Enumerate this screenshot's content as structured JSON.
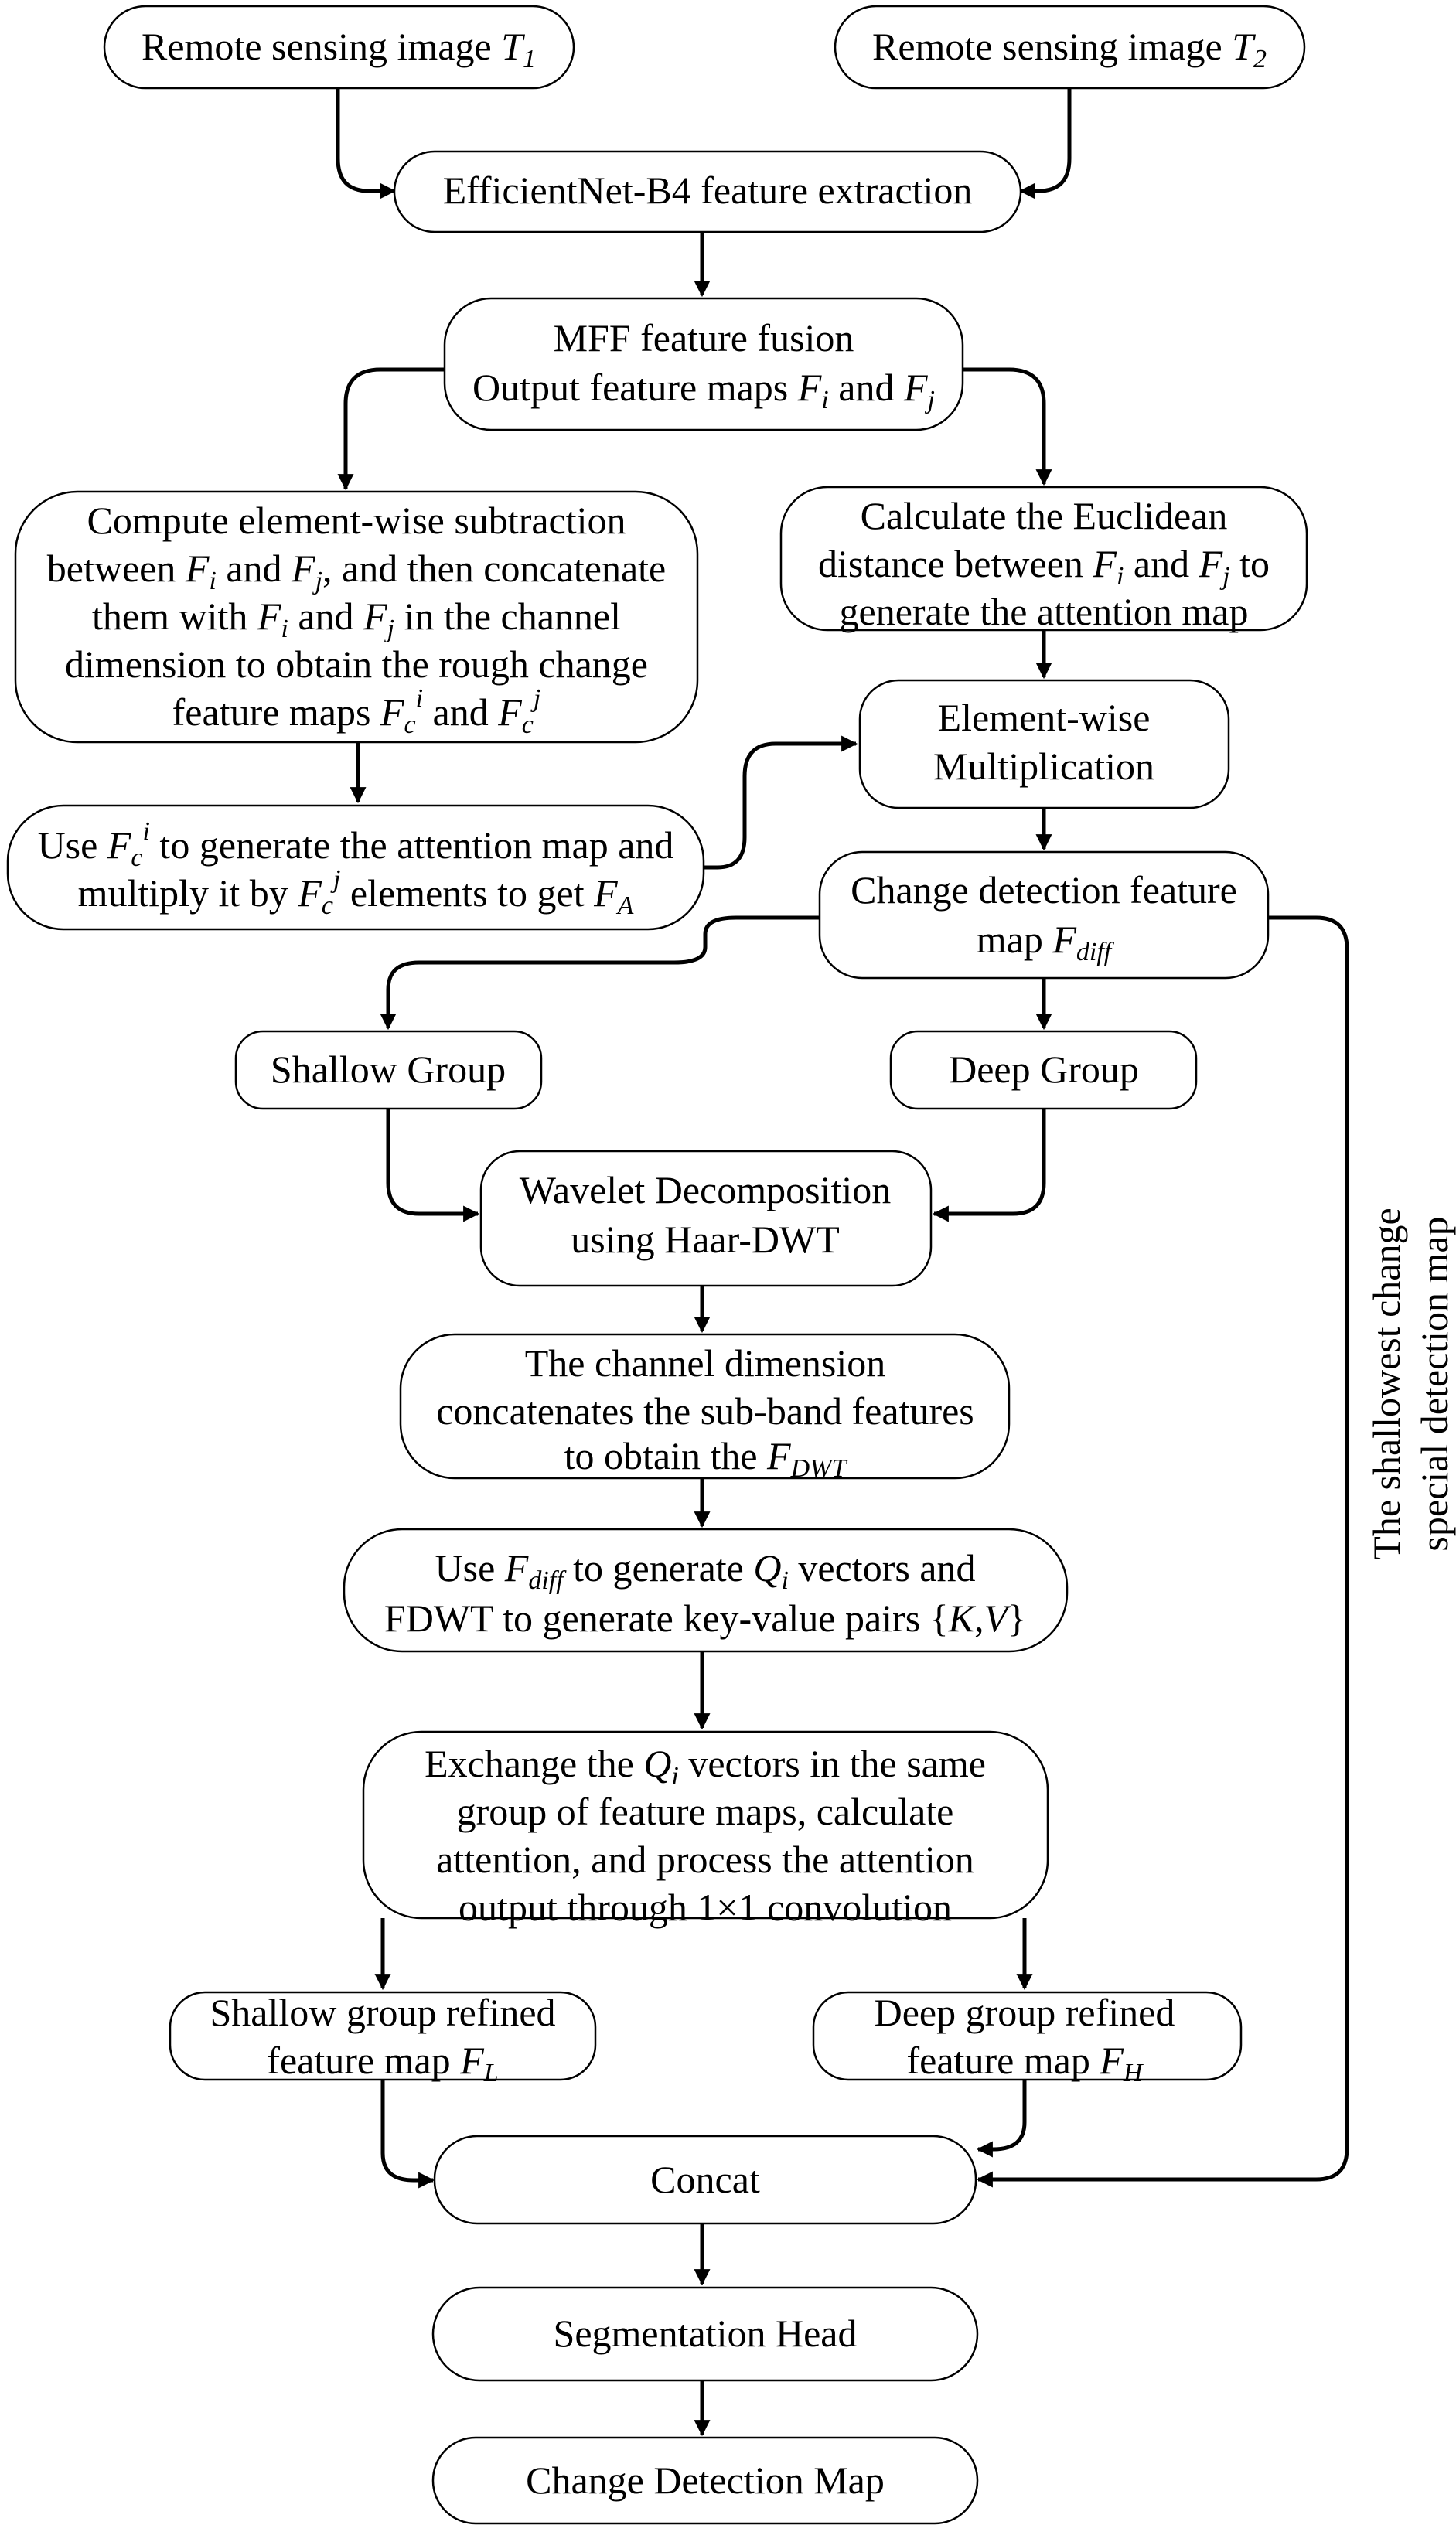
{
  "nodes": {
    "t1": "Remote sensing image ",
    "t1_sym": "T",
    "t1_sub": "1",
    "t2": "Remote sensing image ",
    "t2_sym": "T",
    "t2_sub": "2",
    "effnet": "EfficientNet-B4 feature extraction",
    "mff_l1": "MFF feature fusion",
    "mff_l2": "Output feature maps ",
    "fi": "F",
    "fi_sub": "i",
    "and": " and ",
    "fj": "F",
    "fj_sub": "j",
    "sub_l1": "Compute element-wise subtraction",
    "sub_l2a": "between ",
    "sub_l2b": " and ",
    "sub_l2c": ", and then concatenate",
    "sub_l3a": "them with ",
    "sub_l3b": " and ",
    "sub_l3c": " in the channel",
    "sub_l4": "dimension to obtain the rough change",
    "sub_l5a": "feature maps ",
    "sub_l5b": " and ",
    "fc": "F",
    "fc_sub": "c",
    "sup_i": "i",
    "sup_j": "j",
    "euc_l1": "Calculate the Euclidean",
    "euc_l2a": "distance between ",
    "euc_l2b": " and ",
    "euc_l2c": " to",
    "euc_l3": "generate the attention map",
    "mult_l1": "Element-wise",
    "mult_l2": "Multiplication",
    "use_l1a": "Use ",
    "use_l1b": " to generate the attention map and",
    "use_l2a": "multiply it by ",
    "use_l2b": " elements to get ",
    "fa": "F",
    "fa_sub": "A",
    "cd_l1": "Change detection feature",
    "cd_l2": "map ",
    "fdiff": "F",
    "fdiff_sub": "diff",
    "shallow": "Shallow Group",
    "deep": "Deep Group",
    "wav_l1": "Wavelet Decomposition",
    "wav_l2": "using Haar-DWT",
    "ch_l1": "The channel dimension",
    "ch_l2": "concatenates the sub-band features",
    "ch_l3": "to obtain the ",
    "fdwt": "F",
    "fdwt_sub": "DWT",
    "q_l1a": "Use ",
    "q_l1b": " to generate ",
    "q_l1c": " vectors and",
    "qi": "Q",
    "qi_sub": "i",
    "q_l2": "FDWT to generate key-value pairs {",
    "k": "K",
    "comma": ",",
    "v": "V",
    "rbrace": "}",
    "ex_l1a": "Exchange the ",
    "ex_l1b": " vectors in the same",
    "ex_l2": "group of feature maps, calculate",
    "ex_l3": "attention, and process the attention",
    "ex_l4": "output through 1×1 convolution",
    "sr_l1": "Shallow group refined",
    "sr_l2": "feature map ",
    "fl": "F",
    "fl_sub": "L",
    "dr_l1": "Deep group refined",
    "dr_l2": "feature map ",
    "fh": "F",
    "fh_sub": "H",
    "concat": "Concat",
    "seg": "Segmentation Head",
    "out": "Change Detection Map"
  },
  "side_label": {
    "line1": "The shallowest change",
    "line2": "special detection map"
  },
  "colors": {
    "stroke": "#000000",
    "fill": "#ffffff",
    "text": "#000000"
  }
}
